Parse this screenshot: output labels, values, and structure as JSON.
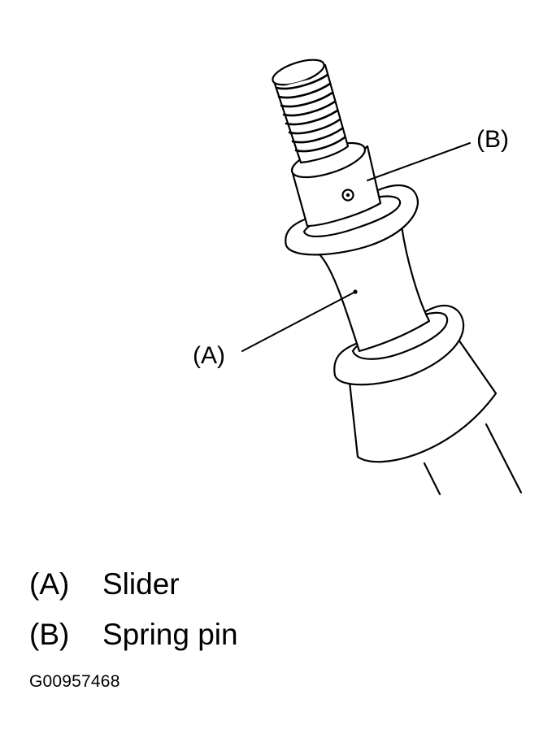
{
  "diagram": {
    "callouts": [
      {
        "id": "A",
        "label": "(A)"
      },
      {
        "id": "B",
        "label": "(B)"
      }
    ]
  },
  "legend": [
    {
      "key": "(A)",
      "text": "Slider"
    },
    {
      "key": "(B)",
      "text": "Spring pin"
    }
  ],
  "figure_id": "G00957468",
  "colors": {
    "line": "#000000",
    "background": "#ffffff"
  }
}
